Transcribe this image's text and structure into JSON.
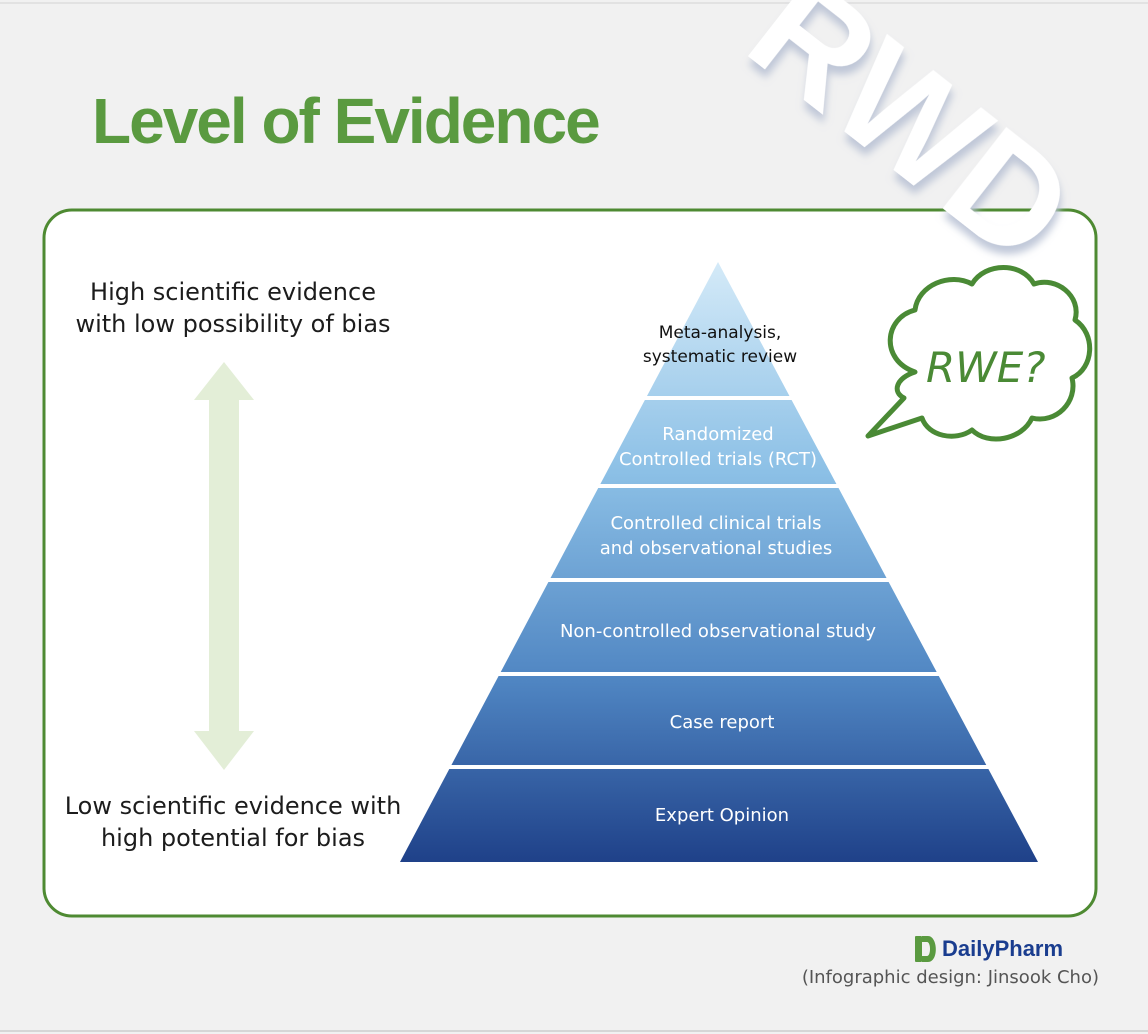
{
  "title": "Level of Evidence",
  "watermark": "RWD",
  "speech_bubble": "RWE?",
  "axis": {
    "high_label": "High scientific evidence\nwith low possibility of bias",
    "low_label": "Low scientific evidence with\nhigh potential for bias"
  },
  "pyramid": {
    "tiers": [
      {
        "line1": "Meta-analysis,",
        "line2": "systematic review",
        "color": "#c9e3f5"
      },
      {
        "line1": "Randomized",
        "line2": "Controlled trials (RCT)",
        "color": "#a3cdeb"
      },
      {
        "line1": "Controlled clinical trials",
        "line2": "and observational studies",
        "color": "#86bde3"
      },
      {
        "line1": "Non-controlled observational study",
        "line2": "",
        "color": "#5f9bd0"
      },
      {
        "line1": "Case report",
        "line2": "",
        "color": "#4174b4"
      },
      {
        "line1": "Expert Opinion",
        "line2": "",
        "color": "#234a8f"
      }
    ]
  },
  "brand": {
    "logo": "DailyPharm",
    "credit": "(Infographic design: Jinsook Cho)"
  },
  "colors": {
    "accent_green": "#5a9a40",
    "frame_green": "#4e8a32",
    "arrow_green": "#e3eed7",
    "brand_blue": "#1a3d8f"
  }
}
